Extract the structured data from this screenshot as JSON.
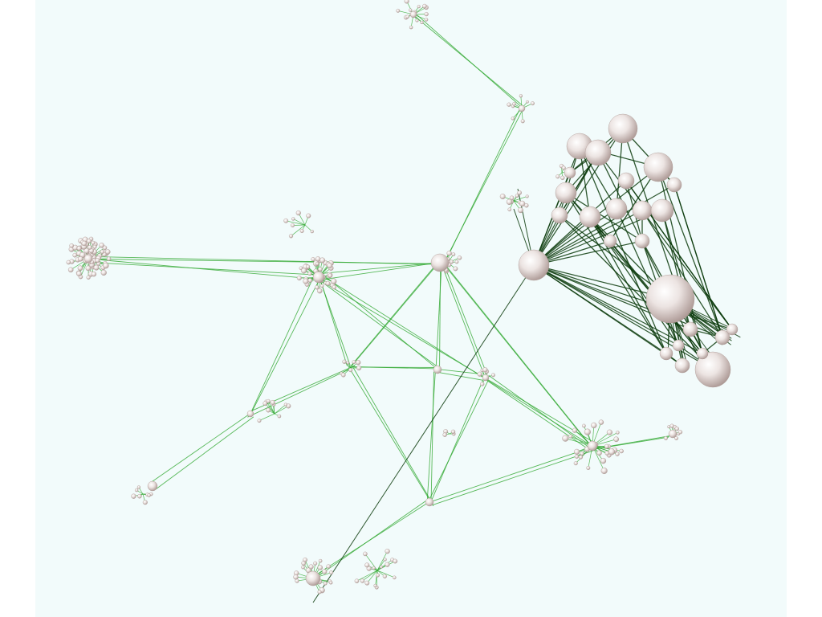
{
  "viewer": {
    "background_color": "#f2fbfb",
    "edge_color_light": "#2fa82f",
    "edge_color_dark": "#0b3a0b",
    "node_color": "#ece4e2",
    "node_shade": "#a99591",
    "node_highlight": "#ffffff"
  },
  "graph": {
    "clusters": [
      {
        "id": "dense-sphere-cluster"
      },
      {
        "id": "hub-cluster-left"
      },
      {
        "id": "hub-cluster-center"
      },
      {
        "id": "top-cluster"
      },
      {
        "id": "radial-ball-cluster"
      },
      {
        "id": "lower-right-cluster"
      },
      {
        "id": "bottom-cluster"
      }
    ]
  }
}
